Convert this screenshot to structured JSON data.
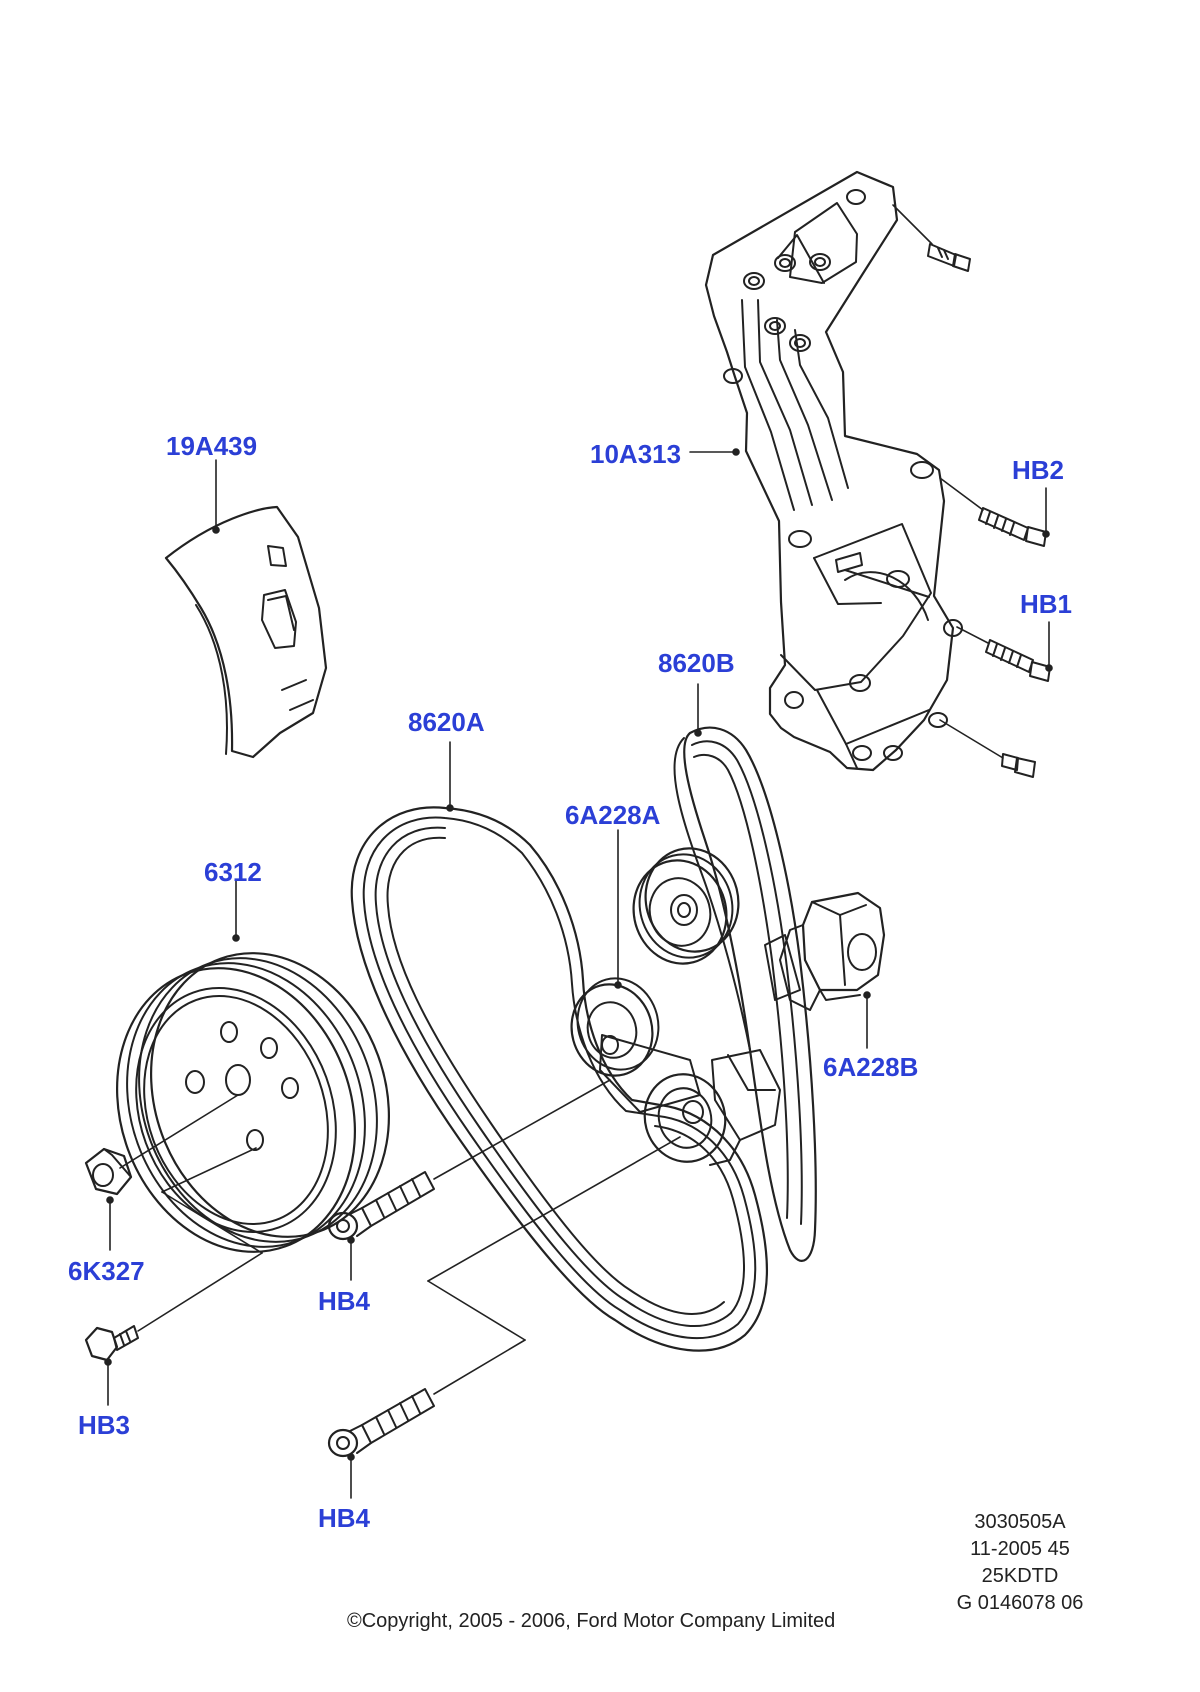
{
  "labels": {
    "p19A439": "19A439",
    "p10A313": "10A313",
    "pHB2": "HB2",
    "pHB1": "HB1",
    "p8620B": "8620B",
    "p8620A": "8620A",
    "p6A228A": "6A228A",
    "p6312": "6312",
    "p6A228B": "6A228B",
    "p6K327": "6K327",
    "pHB4a": "HB4",
    "pHB3": "HB3",
    "pHB4b": "HB4"
  },
  "reference": {
    "line1": "3030505A",
    "line2": "11-2005 45",
    "line3": "25KDTD",
    "line4": "G 0146078 06"
  },
  "copyright": "©Copyright, 2005 - 2006, Ford Motor Company Limited",
  "colors": {
    "label": "#2b3fd6",
    "line": "#222222",
    "background": "#ffffff"
  }
}
